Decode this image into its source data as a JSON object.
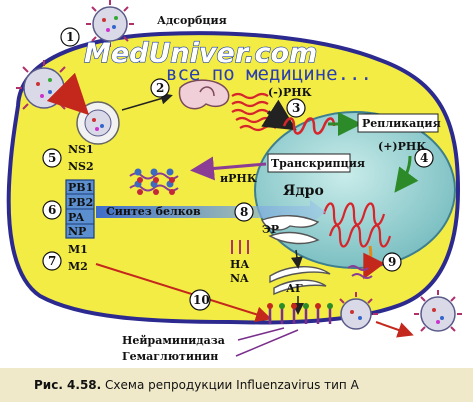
{
  "labels": {
    "adsorption": "Адсорбция",
    "minus_rna": "(-)РНК",
    "replication": "Репликация",
    "plus_rna": "(+)РНК",
    "transcription": "Транскрипция",
    "mrna": "иРНК",
    "nucleus": "Ядро",
    "protein_synthesis": "Синтез белков",
    "er": "ЭР",
    "ha": "НА",
    "na": "NA",
    "golgi": "АГ",
    "neuraminidase": "Нейраминидаза",
    "hemagglutinin": "Гемаглютинин"
  },
  "proteins": {
    "ns1": "NS1",
    "ns2": "NS2",
    "pb1": "PB1",
    "pb2": "PB2",
    "pa": "PA",
    "np": "NP",
    "m1": "M1",
    "m2": "M2"
  },
  "steps": [
    "1",
    "2",
    "3",
    "4",
    "5",
    "6",
    "7",
    "8",
    "9",
    "10"
  ],
  "watermark": {
    "line1": "MedUniver.com",
    "line2": "все по медицине..."
  },
  "caption": {
    "prefix": "Рис. 4.58.",
    "text": " Схема репродукции Influenzavirus тип А"
  },
  "colors": {
    "cell": "#f3ec44",
    "nucleus": "#8fcfcf",
    "arrow_red": "#c4281d",
    "arrow_purple": "#8b3d96",
    "arrow_green": "#2c8a28",
    "panel_blue": "#5b8fcf"
  }
}
